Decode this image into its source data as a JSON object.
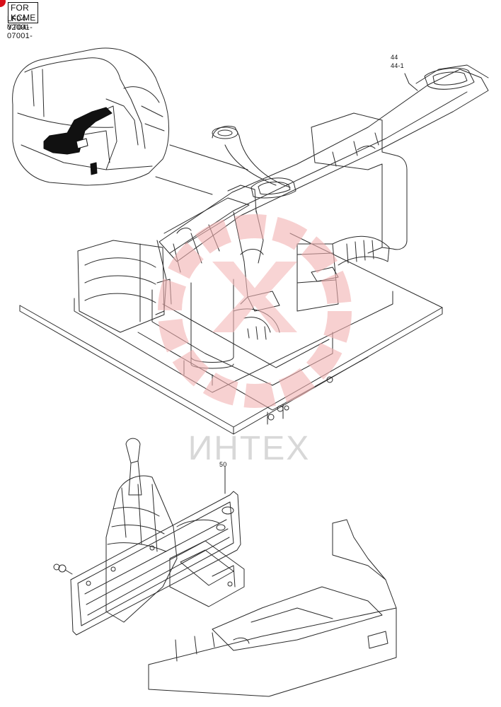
{
  "header": {
    "badge": "FOR KCME",
    "serials": [
      "LF04-02001-",
      "YT04-07001-"
    ]
  },
  "callouts": {
    "top_a": "44",
    "top_b": "44-1",
    "bottom": "50"
  },
  "watermark": {
    "text": "ИНТЕХ",
    "color": "#e63a3a"
  },
  "colors": {
    "line": "#2a2a2a",
    "marker": "#d8101a"
  }
}
